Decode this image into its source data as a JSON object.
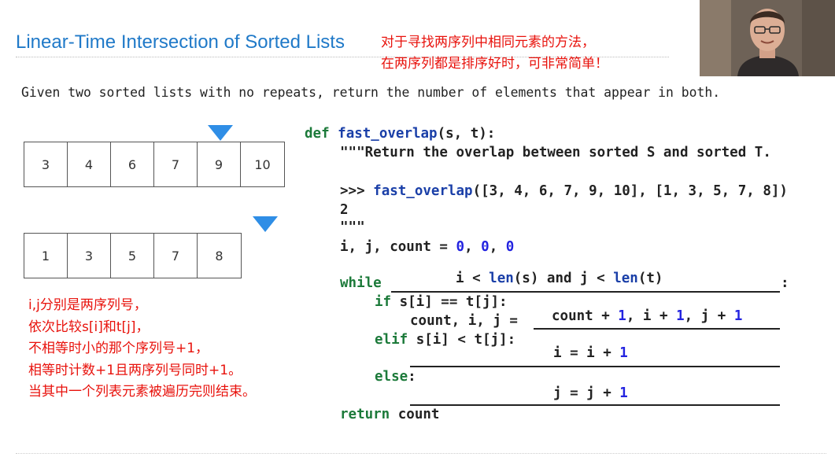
{
  "slide": {
    "title": "Linear-Time Intersection of Sorted Lists",
    "problem": "Given two sorted lists with no repeats, return the number of elements that appear in both."
  },
  "annotations": {
    "top": [
      "对于寻找两序列中相同元素的方法，",
      "在两序列都是排序好时，可非常简单！"
    ],
    "left": [
      "i,j分别是两序列号，",
      "依次比较s[i]和t[j]，",
      "不相等时小的那个序列号+1，",
      "相等时计数+1且两序列号同时+1。",
      "当其中一个列表元素被遍历完则结束。"
    ]
  },
  "arrays": {
    "s": [
      "3",
      "4",
      "6",
      "7",
      "9",
      "10"
    ],
    "t": [
      "1",
      "3",
      "5",
      "7",
      "8"
    ],
    "pointer_s_index": 4,
    "pointer_t_index": 5
  },
  "code": {
    "kw_def": "def",
    "fn_name": "fast_overlap",
    "sig_rest": "(s, t):",
    "docstring": "\"\"\"Return the overlap between sorted S and sorted T.",
    "doctest_prompt": ">>> ",
    "doctest_call": "fast_overlap",
    "doctest_args": "([3, 4, 6, 7, 9, 10], [1, 3, 5, 7, 8])",
    "doctest_result": "2",
    "doc_close": "\"\"\"",
    "init_lhs": "i, j, count = ",
    "init_vals": [
      "0",
      "0",
      "0"
    ],
    "kw_while": "while",
    "while_blank": {
      "a": "i < ",
      "len1": "len",
      "b": "(s) and j < ",
      "len2": "len",
      "c": "(t)"
    },
    "colon": ":",
    "kw_if": "if",
    "if_cond": " s[i] == t[j]:",
    "assign_lhs": "count, i, j = ",
    "assign_blank": {
      "a": "count + ",
      "one1": "1",
      "b": ", i + ",
      "one2": "1",
      "c": ", j + ",
      "one3": "1"
    },
    "kw_elif": "elif",
    "elif_cond": " s[i] < t[j]:",
    "elif_blank": {
      "a": "i = i + ",
      "one": "1"
    },
    "kw_else": "else",
    "else_blank": {
      "a": "j = j + ",
      "one": "1"
    },
    "kw_return": "return",
    "return_val": " count"
  },
  "colors": {
    "title": "#1f79c8",
    "annotation": "#e8120c",
    "keyword": "#1c7a3a",
    "function": "#1a3fa8",
    "number": "#2323e0",
    "pointer": "#2f8ee6"
  }
}
